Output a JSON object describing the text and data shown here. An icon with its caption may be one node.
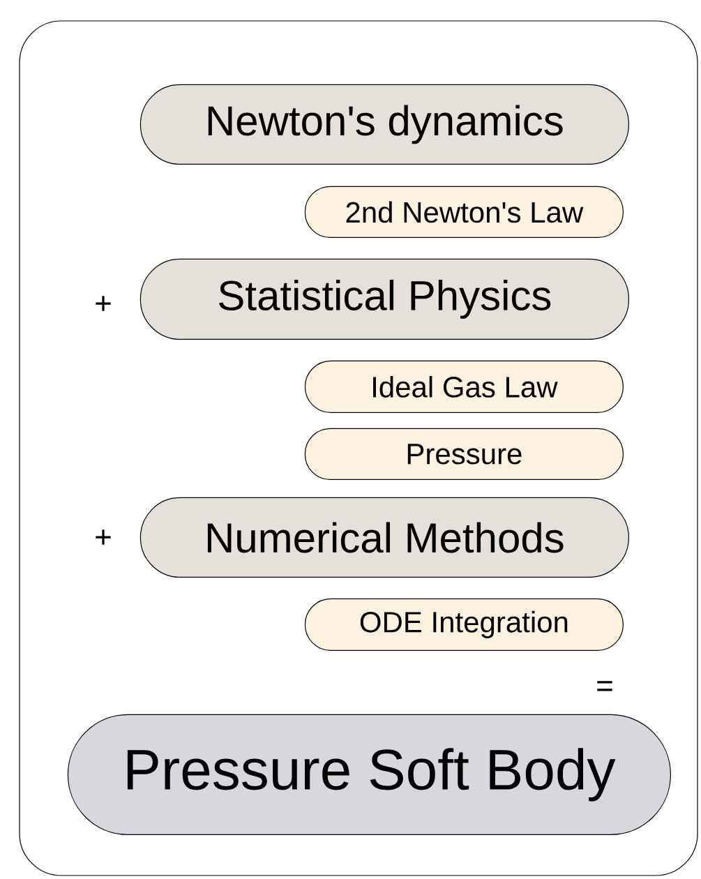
{
  "diagram": {
    "nodes": [
      {
        "text": [],
        "shape": "box"
      },
      {
        "text": [
          "Newton's dynamics"
        ],
        "in": 0
      },
      {
        "text": [
          "2nd Newton's Law"
        ],
        "in": 0
      },
      {
        "text": [
          "Statistical Physics"
        ],
        "in": 0
      },
      {
        "text": [
          "Ideal Gas Law"
        ],
        "in": 0
      },
      {
        "text": [
          "Pressure"
        ],
        "in": 0
      },
      {
        "text": [
          "Numerical Methods"
        ],
        "in": 0
      },
      {
        "text": [
          "ODE Integration"
        ],
        "in": 0
      },
      {
        "text": [
          "Pressure Soft Body"
        ],
        "in": 0
      }
    ],
    "edges": [],
    "labels": [
      "+",
      "+",
      "="
    ]
  }
}
